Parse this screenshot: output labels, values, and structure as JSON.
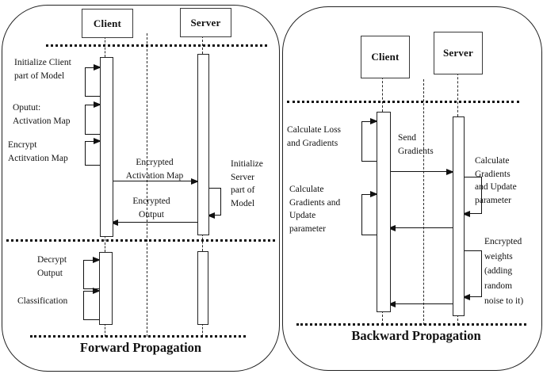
{
  "figure": {
    "type": "sequence-diagram",
    "colors": {
      "line": "#111111",
      "background": "#ffffff"
    },
    "panels": {
      "forward": {
        "title": "Forward Propagation",
        "actors": {
          "client": "Client",
          "server": "Server"
        },
        "messages": {
          "init_client": "Initialize Client\npart of Model",
          "output_activation": "Oputut:\nActivation Map",
          "encrypt_activation": "Encrypt\nActitvation Map",
          "encrypted_activation_map": "Encrypted\nActivation Map",
          "init_server": "Initialize\nServer\npart of\nModel",
          "encrypted_output": "Encrypted\nOutput",
          "decrypt_output": "Decrypt\nOutput",
          "classification": "Classification"
        }
      },
      "backward": {
        "title": "Backward Propagation",
        "actors": {
          "client": "Client",
          "server": "Server"
        },
        "messages": {
          "calculate_loss": "Calculate Loss\nand Gradients",
          "send_gradients": "Send\nGradients",
          "server_update": "Calculate\nGradients\nand Update\nparameter",
          "client_update": "Calculate\nGradients and\nUpdate\nparameter",
          "encrypted_weights": "Encrypted\nweights\n(adding\nrandom\nnoise to it)"
        }
      }
    }
  }
}
